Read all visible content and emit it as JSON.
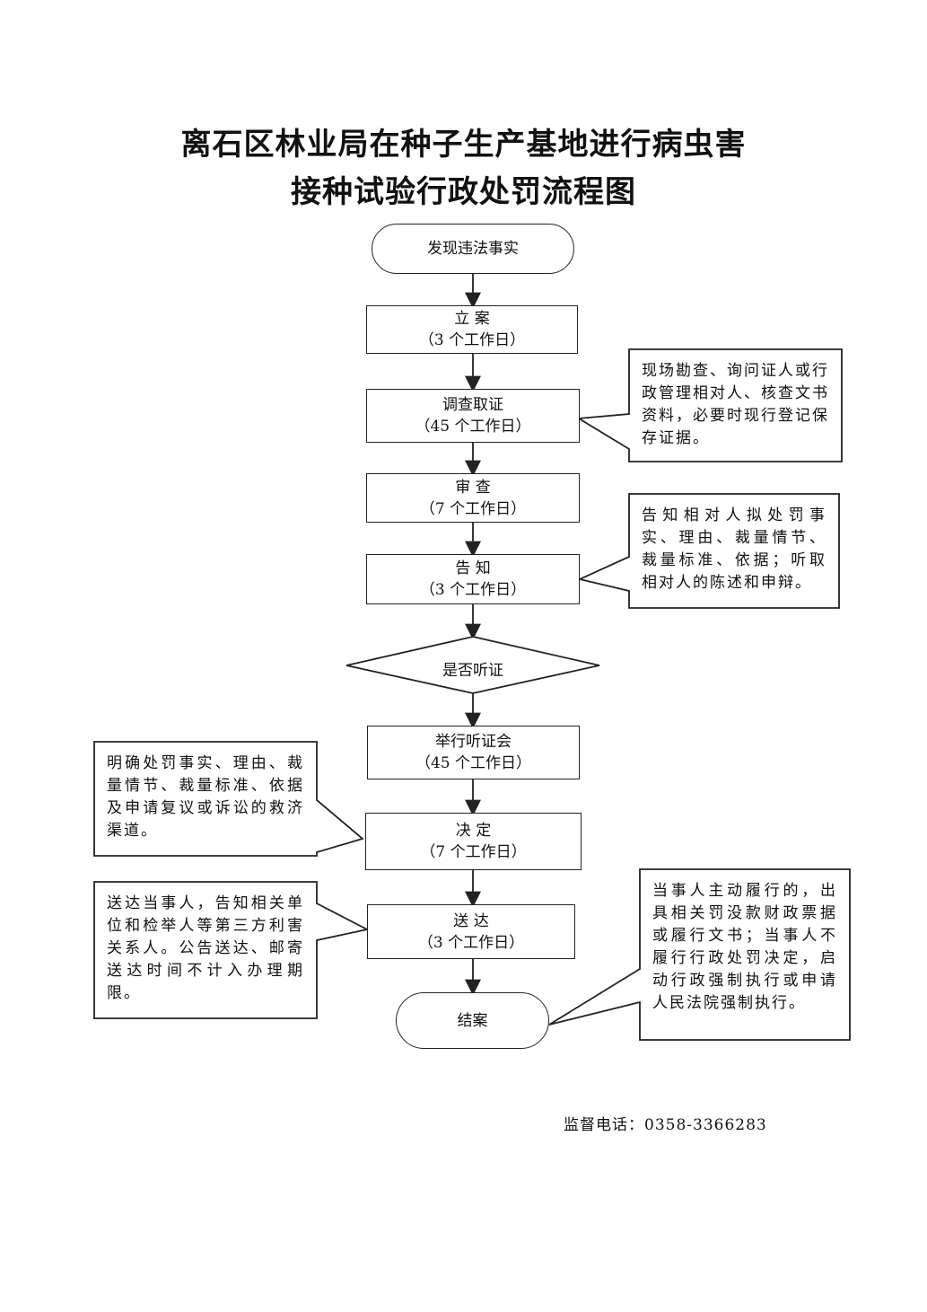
{
  "title": {
    "line1": "离石区林业局在种子生产基地进行病虫害",
    "line2": "接种试验行政处罚流程图"
  },
  "steps": {
    "start": "发现违法事实",
    "filing": {
      "name": "立  案",
      "days": "（3 个工作日）"
    },
    "investigation": {
      "name": "调查取证",
      "days": "（45 个工作日）"
    },
    "review": {
      "name": "审  查",
      "days": "（7 个工作日）"
    },
    "notice": {
      "name": "告  知",
      "days": "（3 个工作日）"
    },
    "decision_point": "是否听证",
    "hearing": {
      "name": "举行听证会",
      "days": "（45 个工作日）"
    },
    "decide": {
      "name": "决  定",
      "days": "（7 个工作日）"
    },
    "delivery": {
      "name": "送  达",
      "days": "（3 个工作日）"
    },
    "end": "结案"
  },
  "notes": {
    "investigation": "现场勘查、询问证人或行政管理相对人、核查文书资料，必要时现行登记保存证据。",
    "notice": "告知相对人拟处罚事实、理由、裁量情节、裁量标准、依据；听取相对人的陈述和申辩。",
    "decide": "明确处罚事实、理由、裁量情节、裁量标准、依据及申请复议或诉讼的救济渠道。",
    "delivery": "送达当事人，告知相关单位和检举人等第三方利害关系人。公告送达、邮寄送达时间不计入办理期限。",
    "end": "当事人主动履行的，出具相关罚没款财政票据或履行文书；当事人不履行行政处罚决定，启动行政强制执行或申请人民法院强制执行。"
  },
  "footer": {
    "phone": "监督电话：0358-3366283"
  }
}
